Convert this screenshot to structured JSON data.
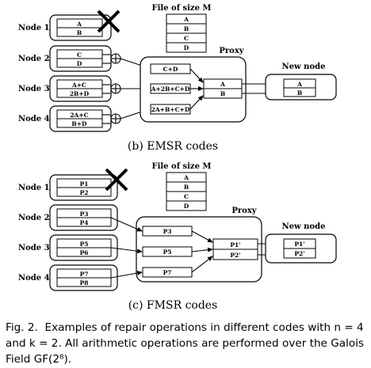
{
  "panel_b": {
    "file_title": "File of size M",
    "file_blocks": [
      "A",
      "B",
      "C",
      "D"
    ],
    "nodes": [
      {
        "label": "Node 1",
        "blocks": [
          "A",
          "B"
        ],
        "failed": true
      },
      {
        "label": "Node 2",
        "blocks": [
          "C",
          "D"
        ]
      },
      {
        "label": "Node 3",
        "blocks": [
          "A+C",
          "2B+D"
        ]
      },
      {
        "label": "Node 4",
        "blocks": [
          "2A+C",
          "B+D"
        ]
      }
    ],
    "proxy_label": "Proxy",
    "proxy_inputs": [
      "C+D",
      "A+2B+C+D",
      "2A+B+C+D"
    ],
    "proxy_outputs": [
      "A",
      "B"
    ],
    "new_node_label": "New node",
    "new_node_blocks": [
      "A",
      "B"
    ],
    "subtitle": "(b) EMSR codes"
  },
  "panel_c": {
    "file_title": "File of size M",
    "file_blocks": [
      "A",
      "B",
      "C",
      "D"
    ],
    "nodes": [
      {
        "label": "Node 1",
        "blocks": [
          "P1",
          "P2"
        ],
        "failed": true
      },
      {
        "label": "Node 2",
        "blocks": [
          "P3",
          "P4"
        ]
      },
      {
        "label": "Node 3",
        "blocks": [
          "P5",
          "P6"
        ]
      },
      {
        "label": "Node 4",
        "blocks": [
          "P7",
          "P8"
        ]
      }
    ],
    "proxy_label": "Proxy",
    "proxy_inputs": [
      "P3",
      "P5",
      "P7"
    ],
    "proxy_outputs": [
      "P1'",
      "P2'"
    ],
    "new_node_label": "New node",
    "new_node_blocks": [
      "P1'",
      "P2'"
    ],
    "subtitle": "(c) FMSR codes"
  },
  "caption": {
    "prefix": "Fig. 2.",
    "text": "Examples of repair operations in different codes with n = 4 and k = 2. All arithmetic operations are performed over the Galois Field GF(2⁸)."
  }
}
